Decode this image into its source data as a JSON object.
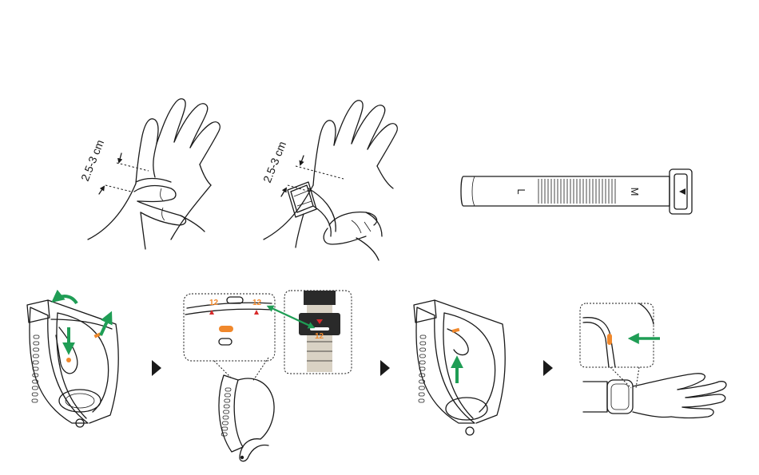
{
  "measurement": {
    "distance_left": "2.5-3 cm",
    "distance_right": "2.5-3 cm"
  },
  "strap_sizes": {
    "small_end": "L",
    "large_end": "M"
  },
  "fit_step": {
    "hole_number_left": "12",
    "hole_number_right": "12",
    "buckle_number": "12"
  },
  "colors": {
    "ink": "#1a1a1a",
    "arrow": "#1f9d55",
    "accent": "#f0882c",
    "marker": "#d82a2a",
    "strap_fill": "#d9d2c4",
    "buckle": "#2a2a2a"
  },
  "icons": [
    "wrist-hand-icon",
    "watch-icon",
    "strap-icon",
    "step-arrow-icon",
    "green-arrow-icon"
  ]
}
